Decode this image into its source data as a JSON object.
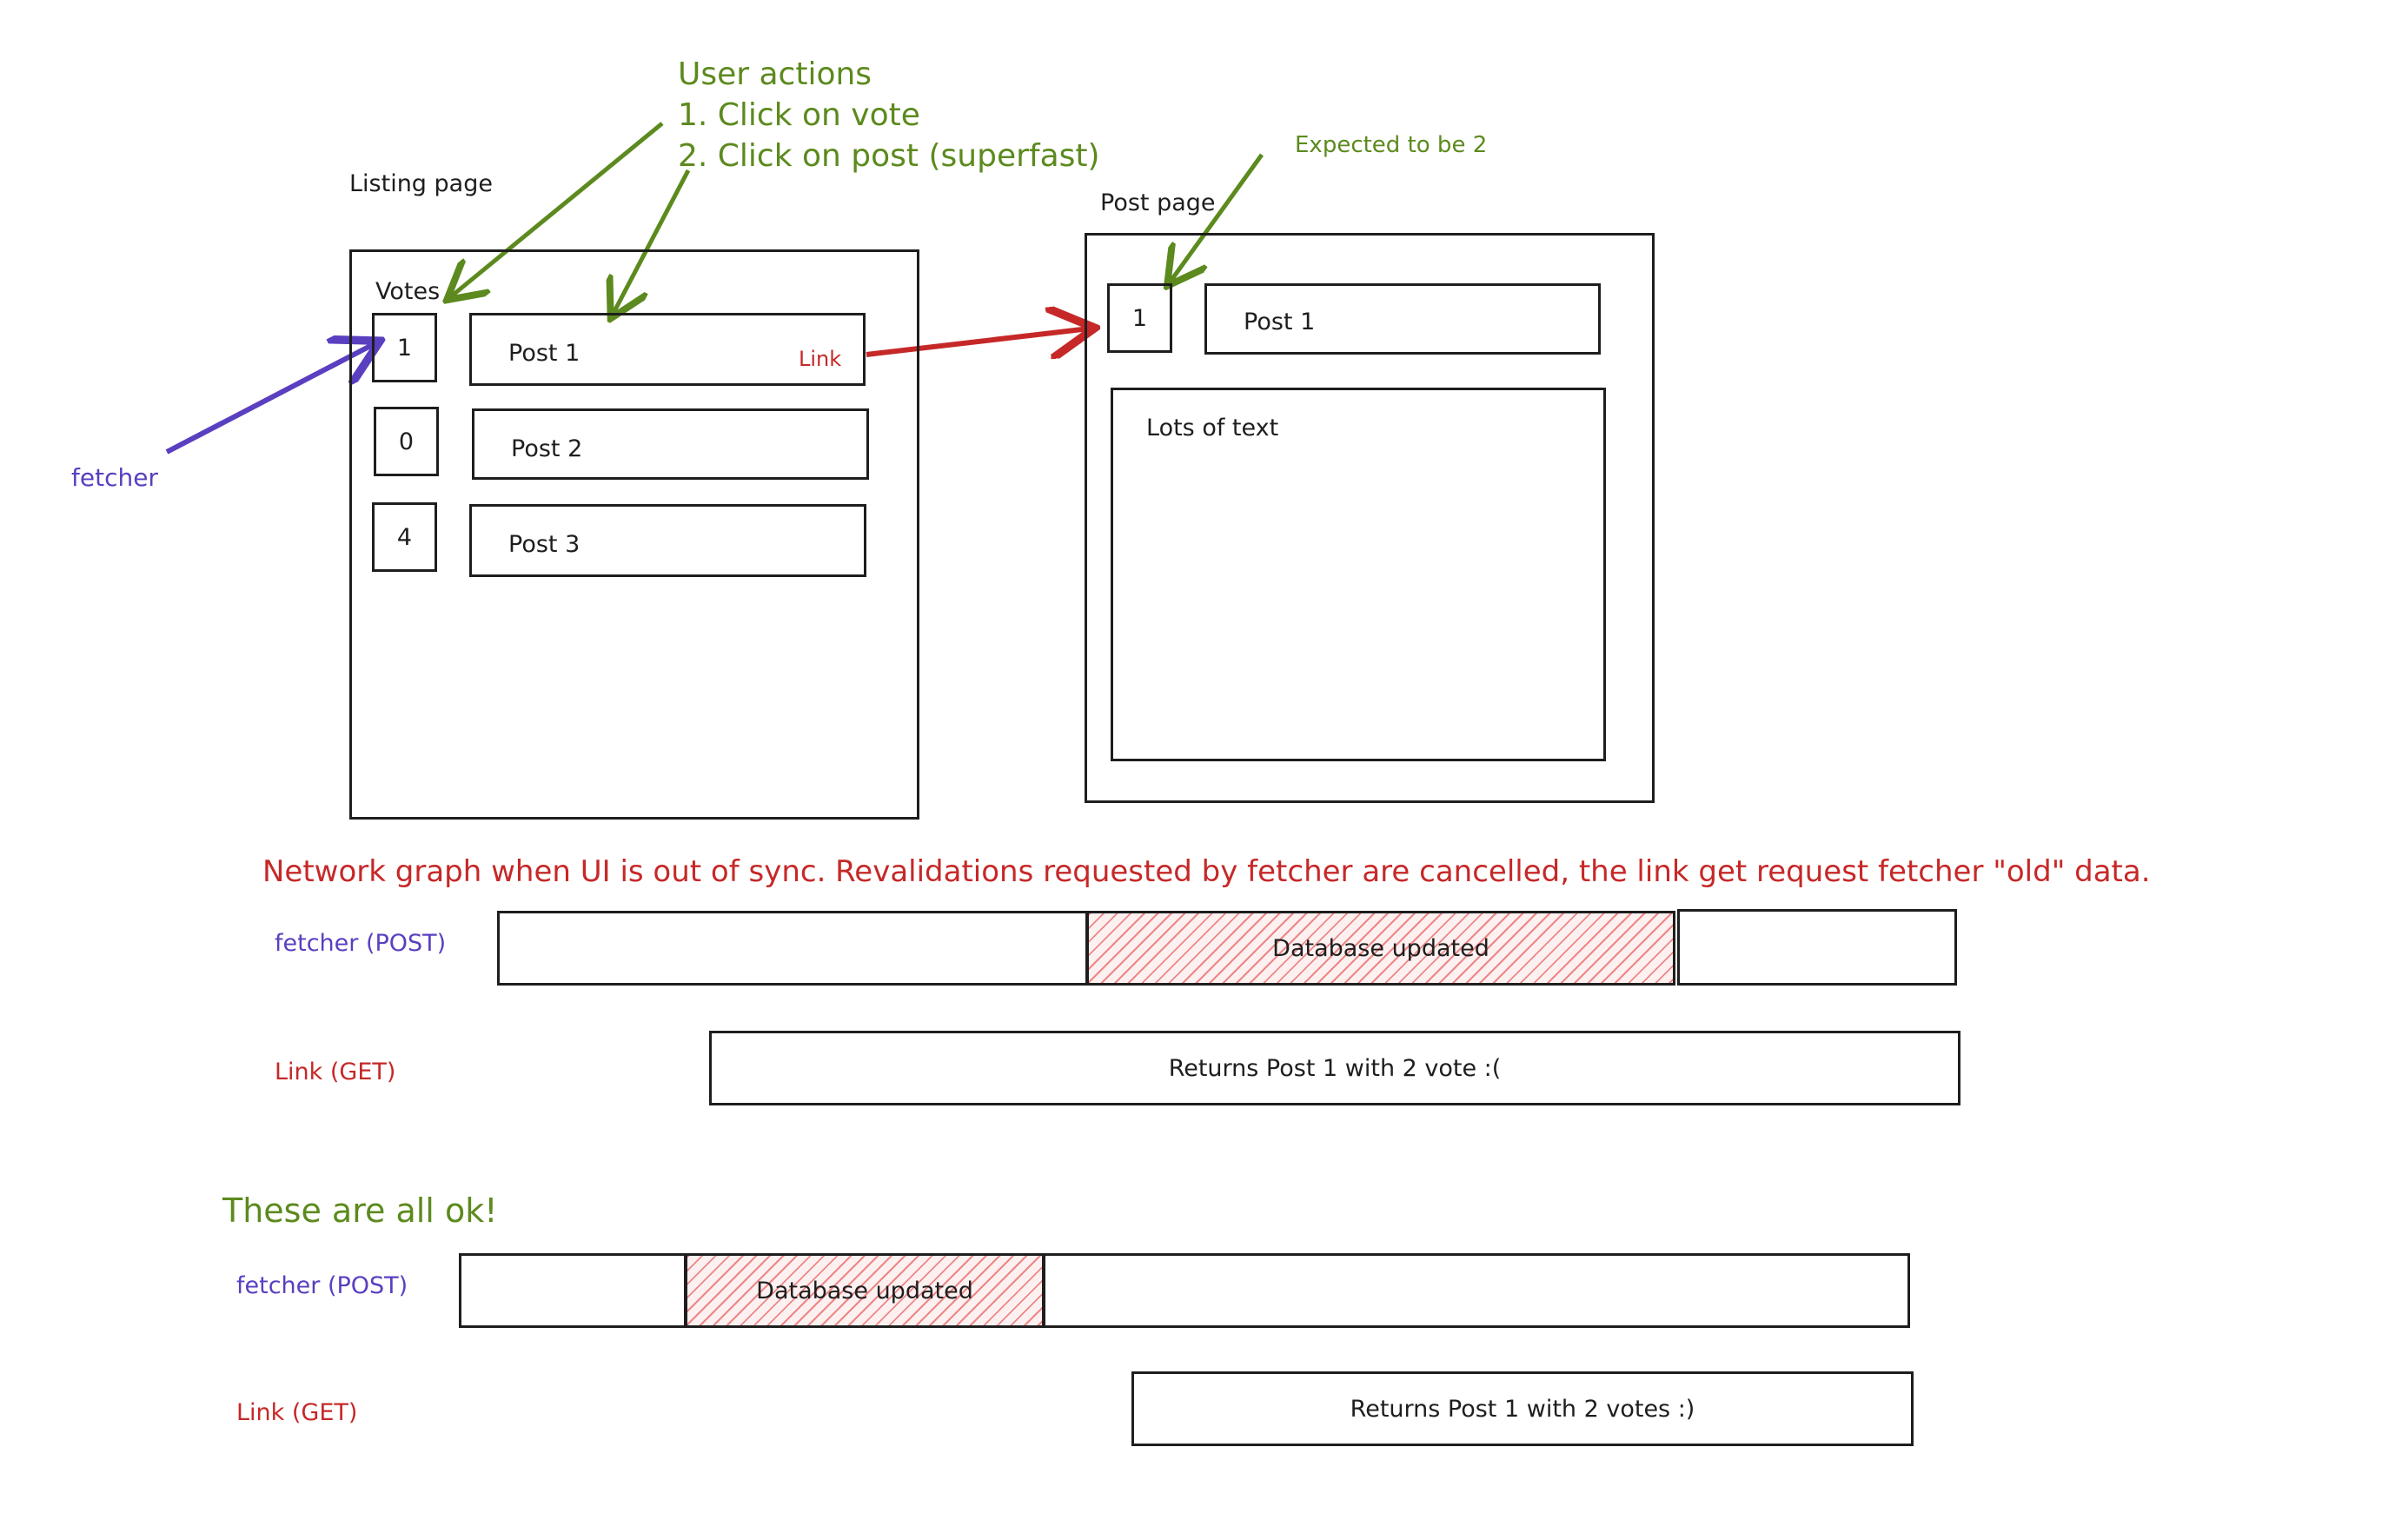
{
  "annotations": {
    "user_actions_title": "User actions",
    "user_action_1": "1. Click on vote",
    "user_action_2": "2. Click on post (superfast)",
    "expected_note": "Expected to be 2",
    "fetcher_label": "fetcher",
    "link_label": "Link"
  },
  "listing_page": {
    "title": "Listing page",
    "votes_header": "Votes",
    "rows": [
      {
        "votes": "1",
        "post": "Post 1"
      },
      {
        "votes": "0",
        "post": "Post 2"
      },
      {
        "votes": "4",
        "post": "Post 3"
      }
    ]
  },
  "post_page": {
    "title": "Post page",
    "votes": "1",
    "post": "Post 1",
    "body": "Lots of text"
  },
  "out_of_sync": {
    "heading": "Network graph when UI is out of sync. Revalidations requested by fetcher are cancelled, the link get request fetcher \"old\" data.",
    "fetcher_label": "fetcher (POST)",
    "fetcher_segment": "Database updated",
    "link_label": "Link (GET)",
    "link_bar": "Returns Post 1 with 2 vote :("
  },
  "ok_case": {
    "heading": "These are all ok!",
    "fetcher_label": "fetcher (POST)",
    "fetcher_segment": "Database updated",
    "link_label": "Link (GET)",
    "link_bar": "Returns Post 1 with 2 votes :)"
  },
  "colors": {
    "green": "#5c8a1e",
    "red": "#c62828",
    "purple": "#5a3fc0",
    "stroke": "#1e1e1e"
  }
}
